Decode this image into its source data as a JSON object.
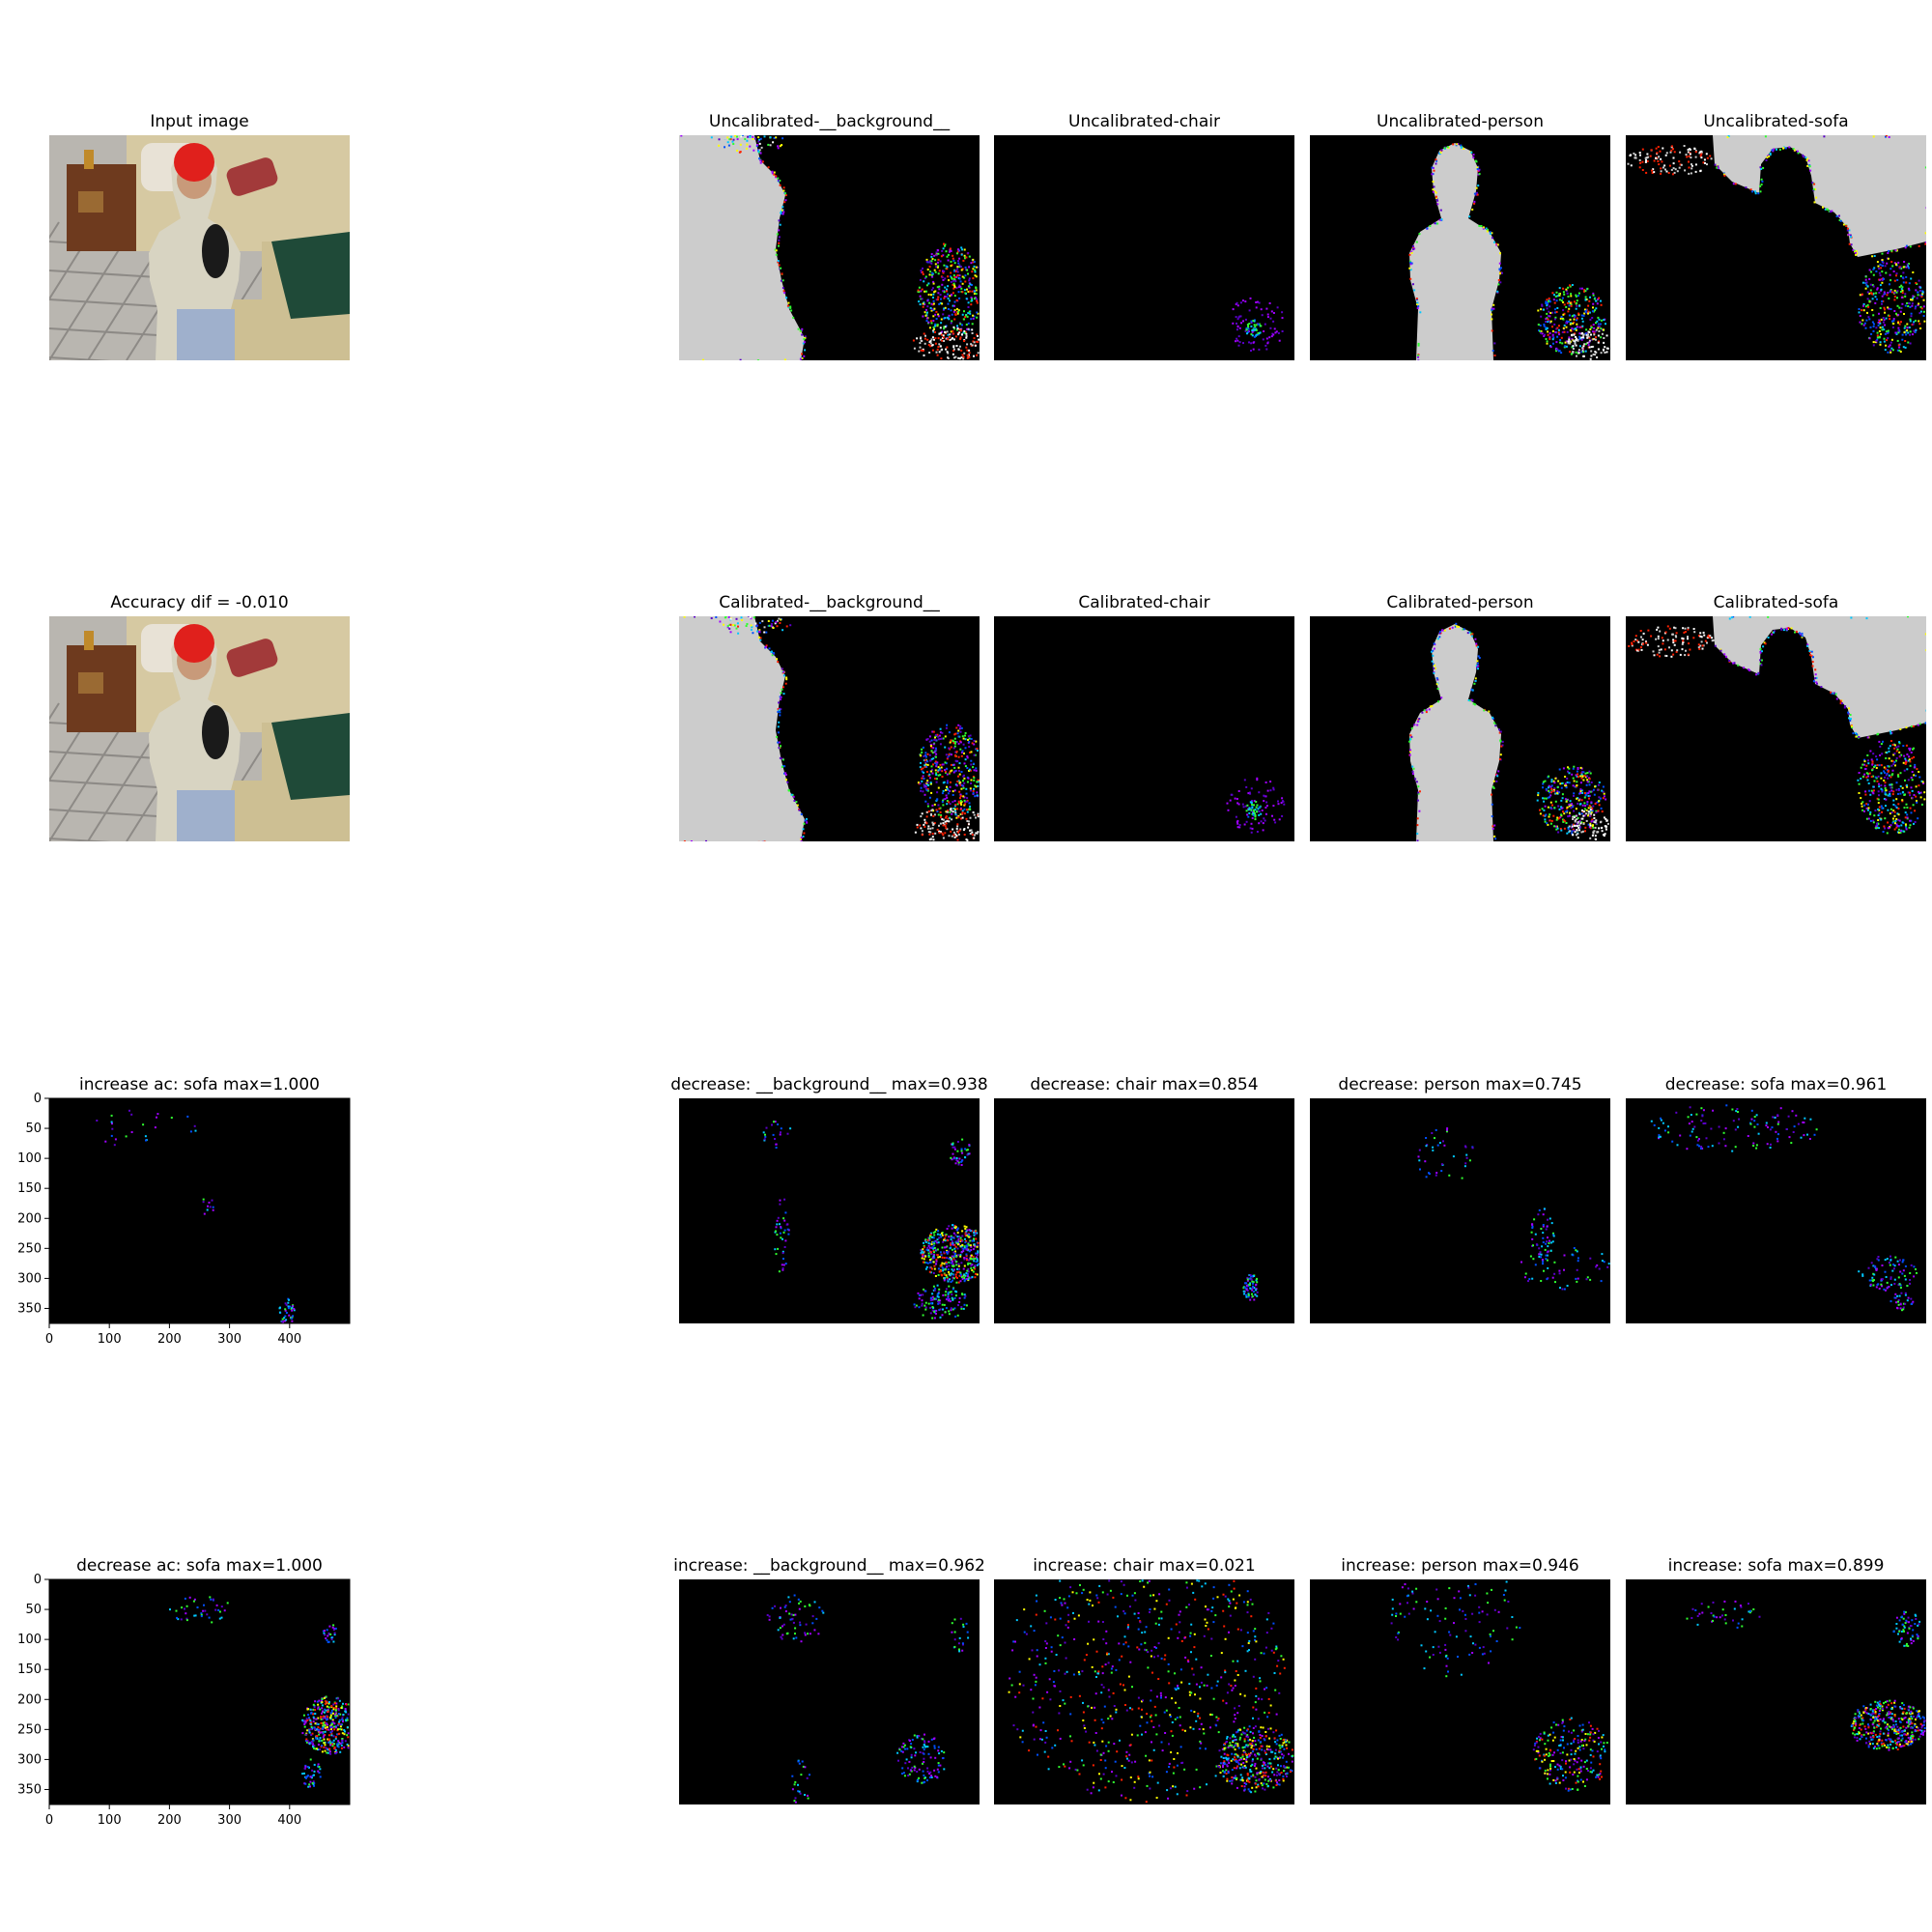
{
  "rows": [
    {
      "panels": [
        {
          "title": "Input image",
          "kind": "photo"
        },
        {
          "title": "Uncalibrated-__background__",
          "kind": "map",
          "map": "background"
        },
        {
          "title": "Uncalibrated-chair",
          "kind": "map",
          "map": "chair"
        },
        {
          "title": "Uncalibrated-person",
          "kind": "map",
          "map": "person"
        },
        {
          "title": "Uncalibrated-sofa",
          "kind": "map",
          "map": "sofa"
        }
      ]
    },
    {
      "panels": [
        {
          "title": "Accuracy dif = -0.010",
          "kind": "photo"
        },
        {
          "title": "Calibrated-__background__",
          "kind": "map",
          "map": "background"
        },
        {
          "title": "Calibrated-chair",
          "kind": "map",
          "map": "chair"
        },
        {
          "title": "Calibrated-person",
          "kind": "map",
          "map": "person"
        },
        {
          "title": "Calibrated-sofa",
          "kind": "map",
          "map": "sofa"
        }
      ]
    },
    {
      "panels": [
        {
          "title": "increase ac: sofa max=1.000",
          "kind": "sparse",
          "map": "inc_ac",
          "axes": true
        },
        {
          "title": "decrease: __background__ max=0.938",
          "kind": "sparse",
          "map": "dec_bg"
        },
        {
          "title": "decrease: chair max=0.854",
          "kind": "sparse",
          "map": "dec_chair"
        },
        {
          "title": "decrease: person max=0.745",
          "kind": "sparse",
          "map": "dec_person"
        },
        {
          "title": "decrease: sofa max=0.961",
          "kind": "sparse",
          "map": "dec_sofa"
        }
      ]
    },
    {
      "panels": [
        {
          "title": "decrease ac: sofa max=1.000",
          "kind": "sparse",
          "map": "dec_ac",
          "axes": true
        },
        {
          "title": "increase: __background__ max=0.962",
          "kind": "sparse",
          "map": "inc_bg"
        },
        {
          "title": "increase: chair max=0.021",
          "kind": "sparse",
          "map": "inc_chair"
        },
        {
          "title": "increase: person max=0.946",
          "kind": "sparse",
          "map": "inc_person"
        },
        {
          "title": "increase: sofa max=0.899",
          "kind": "sparse",
          "map": "inc_sofa"
        }
      ]
    }
  ],
  "axes": {
    "xticks": [
      "0",
      "100",
      "200",
      "300",
      "400"
    ],
    "yticks": [
      "0",
      "50",
      "100",
      "150",
      "200",
      "250",
      "300",
      "350"
    ],
    "x_range": [
      0,
      500
    ],
    "y_range": [
      0,
      375
    ]
  },
  "colors": {
    "map_background": "#000000",
    "map_high": "#cccccc",
    "hot": [
      "#5a00c8",
      "#a000ff",
      "#0050ff",
      "#00c8ff",
      "#30ff30",
      "#ffff00",
      "#ff2000"
    ]
  }
}
